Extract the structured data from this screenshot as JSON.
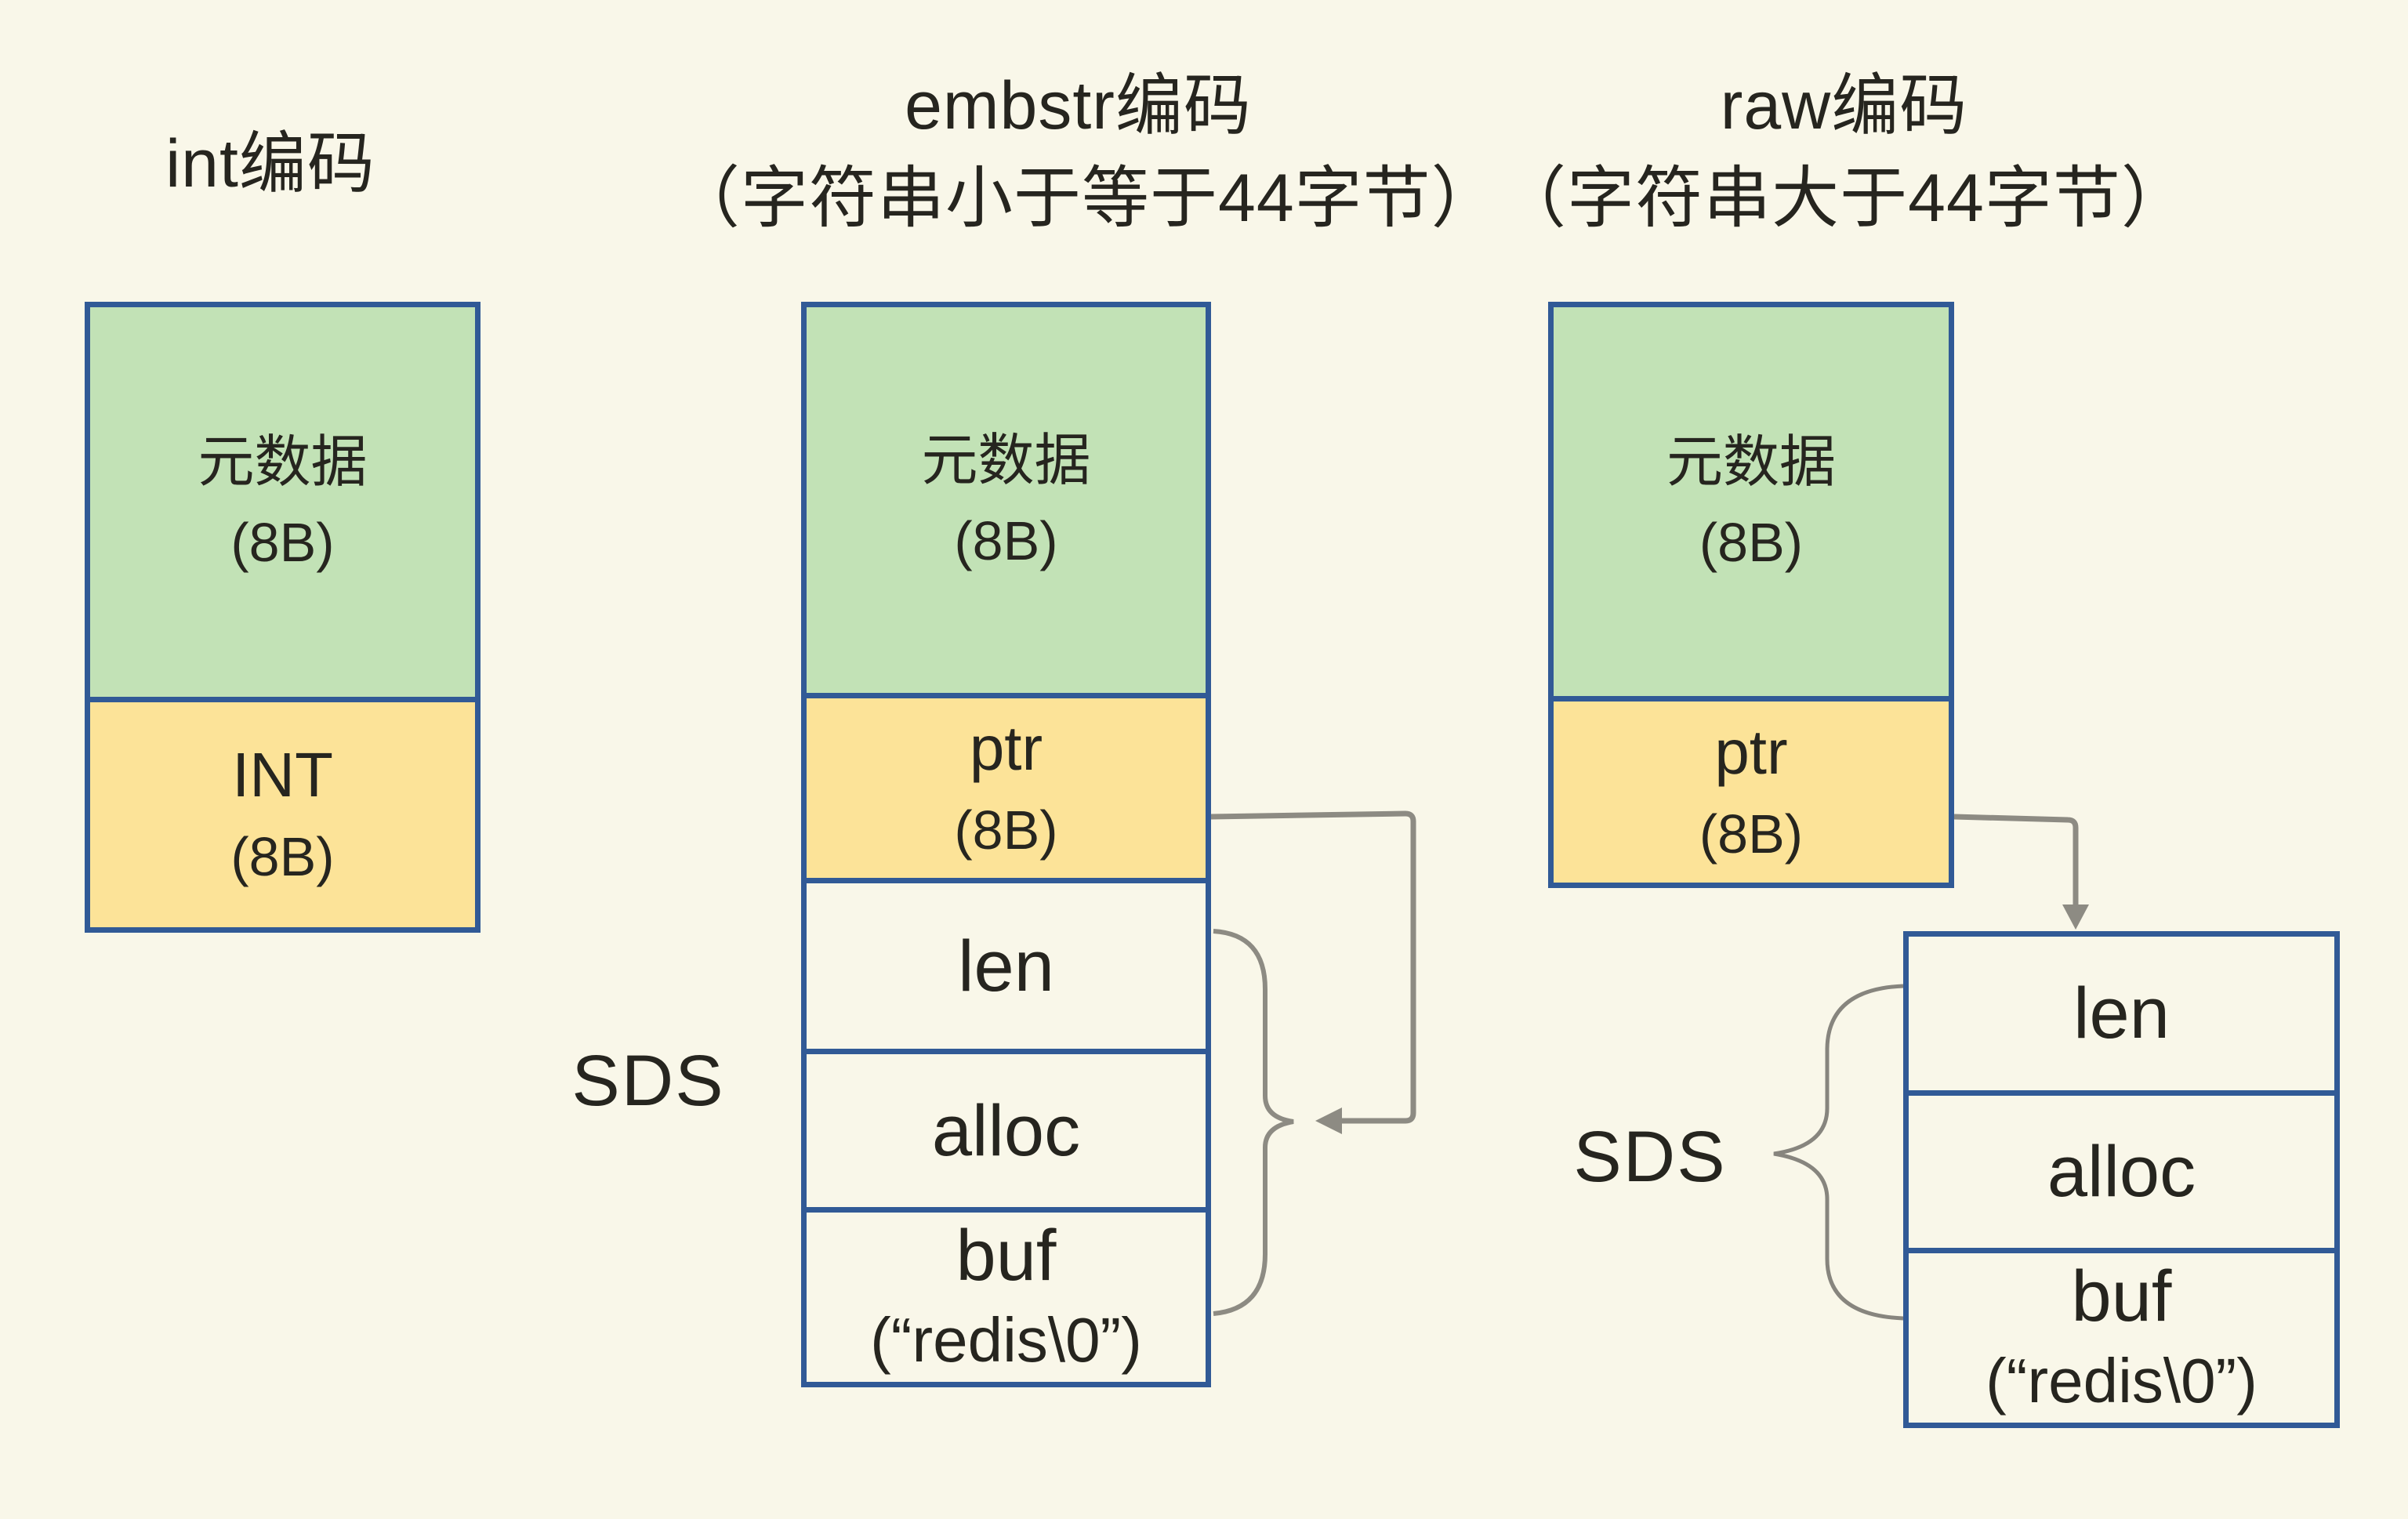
{
  "colors": {
    "background": "#f9f7e9",
    "metadata_green": "#c2e2b6",
    "pointer_yellow": "#fce398",
    "box_border_blue": "#315a96",
    "connector_gray": "#8d8b83",
    "text": "#26251f"
  },
  "titles": {
    "int_col": {
      "line1": "int编码",
      "line2": ""
    },
    "embstr_col": {
      "line1": "embstr编码",
      "line2": "（字符串小于等于44字节）"
    },
    "raw_col": {
      "line1": "raw编码",
      "line2": "（字符串大于44字节）"
    }
  },
  "int_diagram": {
    "metadata": {
      "line1": "元数据",
      "line2": "(8B)"
    },
    "value": {
      "line1": "INT",
      "line2": "(8B)"
    }
  },
  "embstr_diagram": {
    "metadata": {
      "line1": "元数据",
      "line2": "(8B)"
    },
    "ptr": {
      "line1": "ptr",
      "line2": "(8B)"
    },
    "sds_label": "SDS",
    "len_label": "len",
    "alloc_label": "alloc",
    "buf": {
      "line1": "buf",
      "line2": "(“redis\\0”)"
    }
  },
  "raw_diagram": {
    "metadata": {
      "line1": "元数据",
      "line2": "(8B)"
    },
    "ptr": {
      "line1": "ptr",
      "line2": "(8B)"
    },
    "sds_label": "SDS",
    "len_label": "len",
    "alloc_label": "alloc",
    "buf": {
      "line1": "buf",
      "line2": "(“redis\\0”)"
    }
  }
}
